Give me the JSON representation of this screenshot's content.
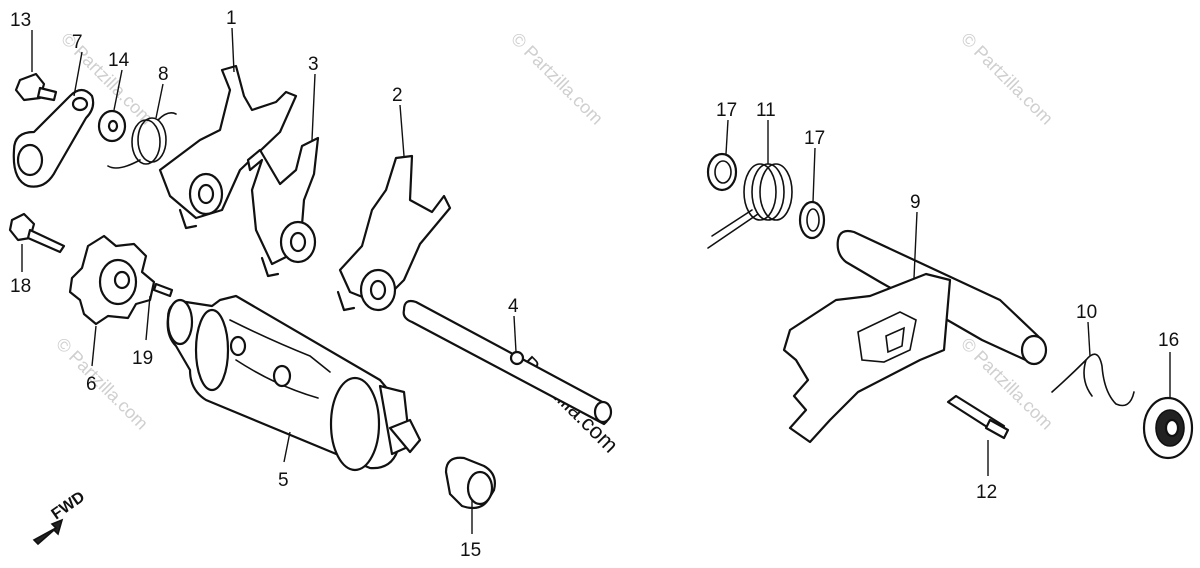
{
  "diagram": {
    "callouts": [
      {
        "id": "13",
        "label": "13"
      },
      {
        "id": "7",
        "label": "7"
      },
      {
        "id": "14",
        "label": "14"
      },
      {
        "id": "8",
        "label": "8"
      },
      {
        "id": "1",
        "label": "1"
      },
      {
        "id": "3",
        "label": "3"
      },
      {
        "id": "2",
        "label": "2"
      },
      {
        "id": "18",
        "label": "18"
      },
      {
        "id": "6",
        "label": "6"
      },
      {
        "id": "19",
        "label": "19"
      },
      {
        "id": "5",
        "label": "5"
      },
      {
        "id": "4",
        "label": "4"
      },
      {
        "id": "15",
        "label": "15"
      },
      {
        "id": "17a",
        "label": "17"
      },
      {
        "id": "11",
        "label": "11"
      },
      {
        "id": "17b",
        "label": "17"
      },
      {
        "id": "9",
        "label": "9"
      },
      {
        "id": "10",
        "label": "10"
      },
      {
        "id": "16",
        "label": "16"
      },
      {
        "id": "12",
        "label": "12"
      }
    ],
    "direction_label": "FWD",
    "watermark": "© Partzilla.com",
    "watermark_center": "Partzilla.com"
  },
  "colors": {
    "line": "#111111",
    "watermark": "#cfcfcf",
    "background": "#ffffff"
  }
}
